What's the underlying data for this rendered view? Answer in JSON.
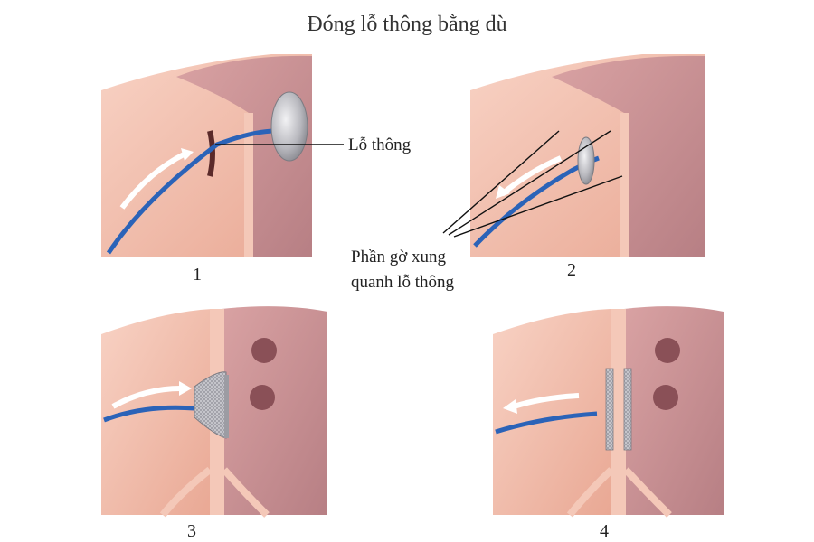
{
  "title": "Đóng lỗ thông bằng dù",
  "labels": {
    "hole": "Lỗ thông",
    "rim_line1": "Phần gờ xung",
    "rim_line2": "quanh lỗ thông"
  },
  "steps": [
    "1",
    "2",
    "3",
    "4"
  ],
  "colors": {
    "tissue": "#f2b8a6",
    "tissue_light": "#f7cfc0",
    "chamber": "#c98f92",
    "chamber_dark": "#b97e83",
    "septum": "#f4c8b8",
    "catheter": "#2b63b8",
    "device": "#b9b9bf",
    "arrow": "#ffffff"
  }
}
